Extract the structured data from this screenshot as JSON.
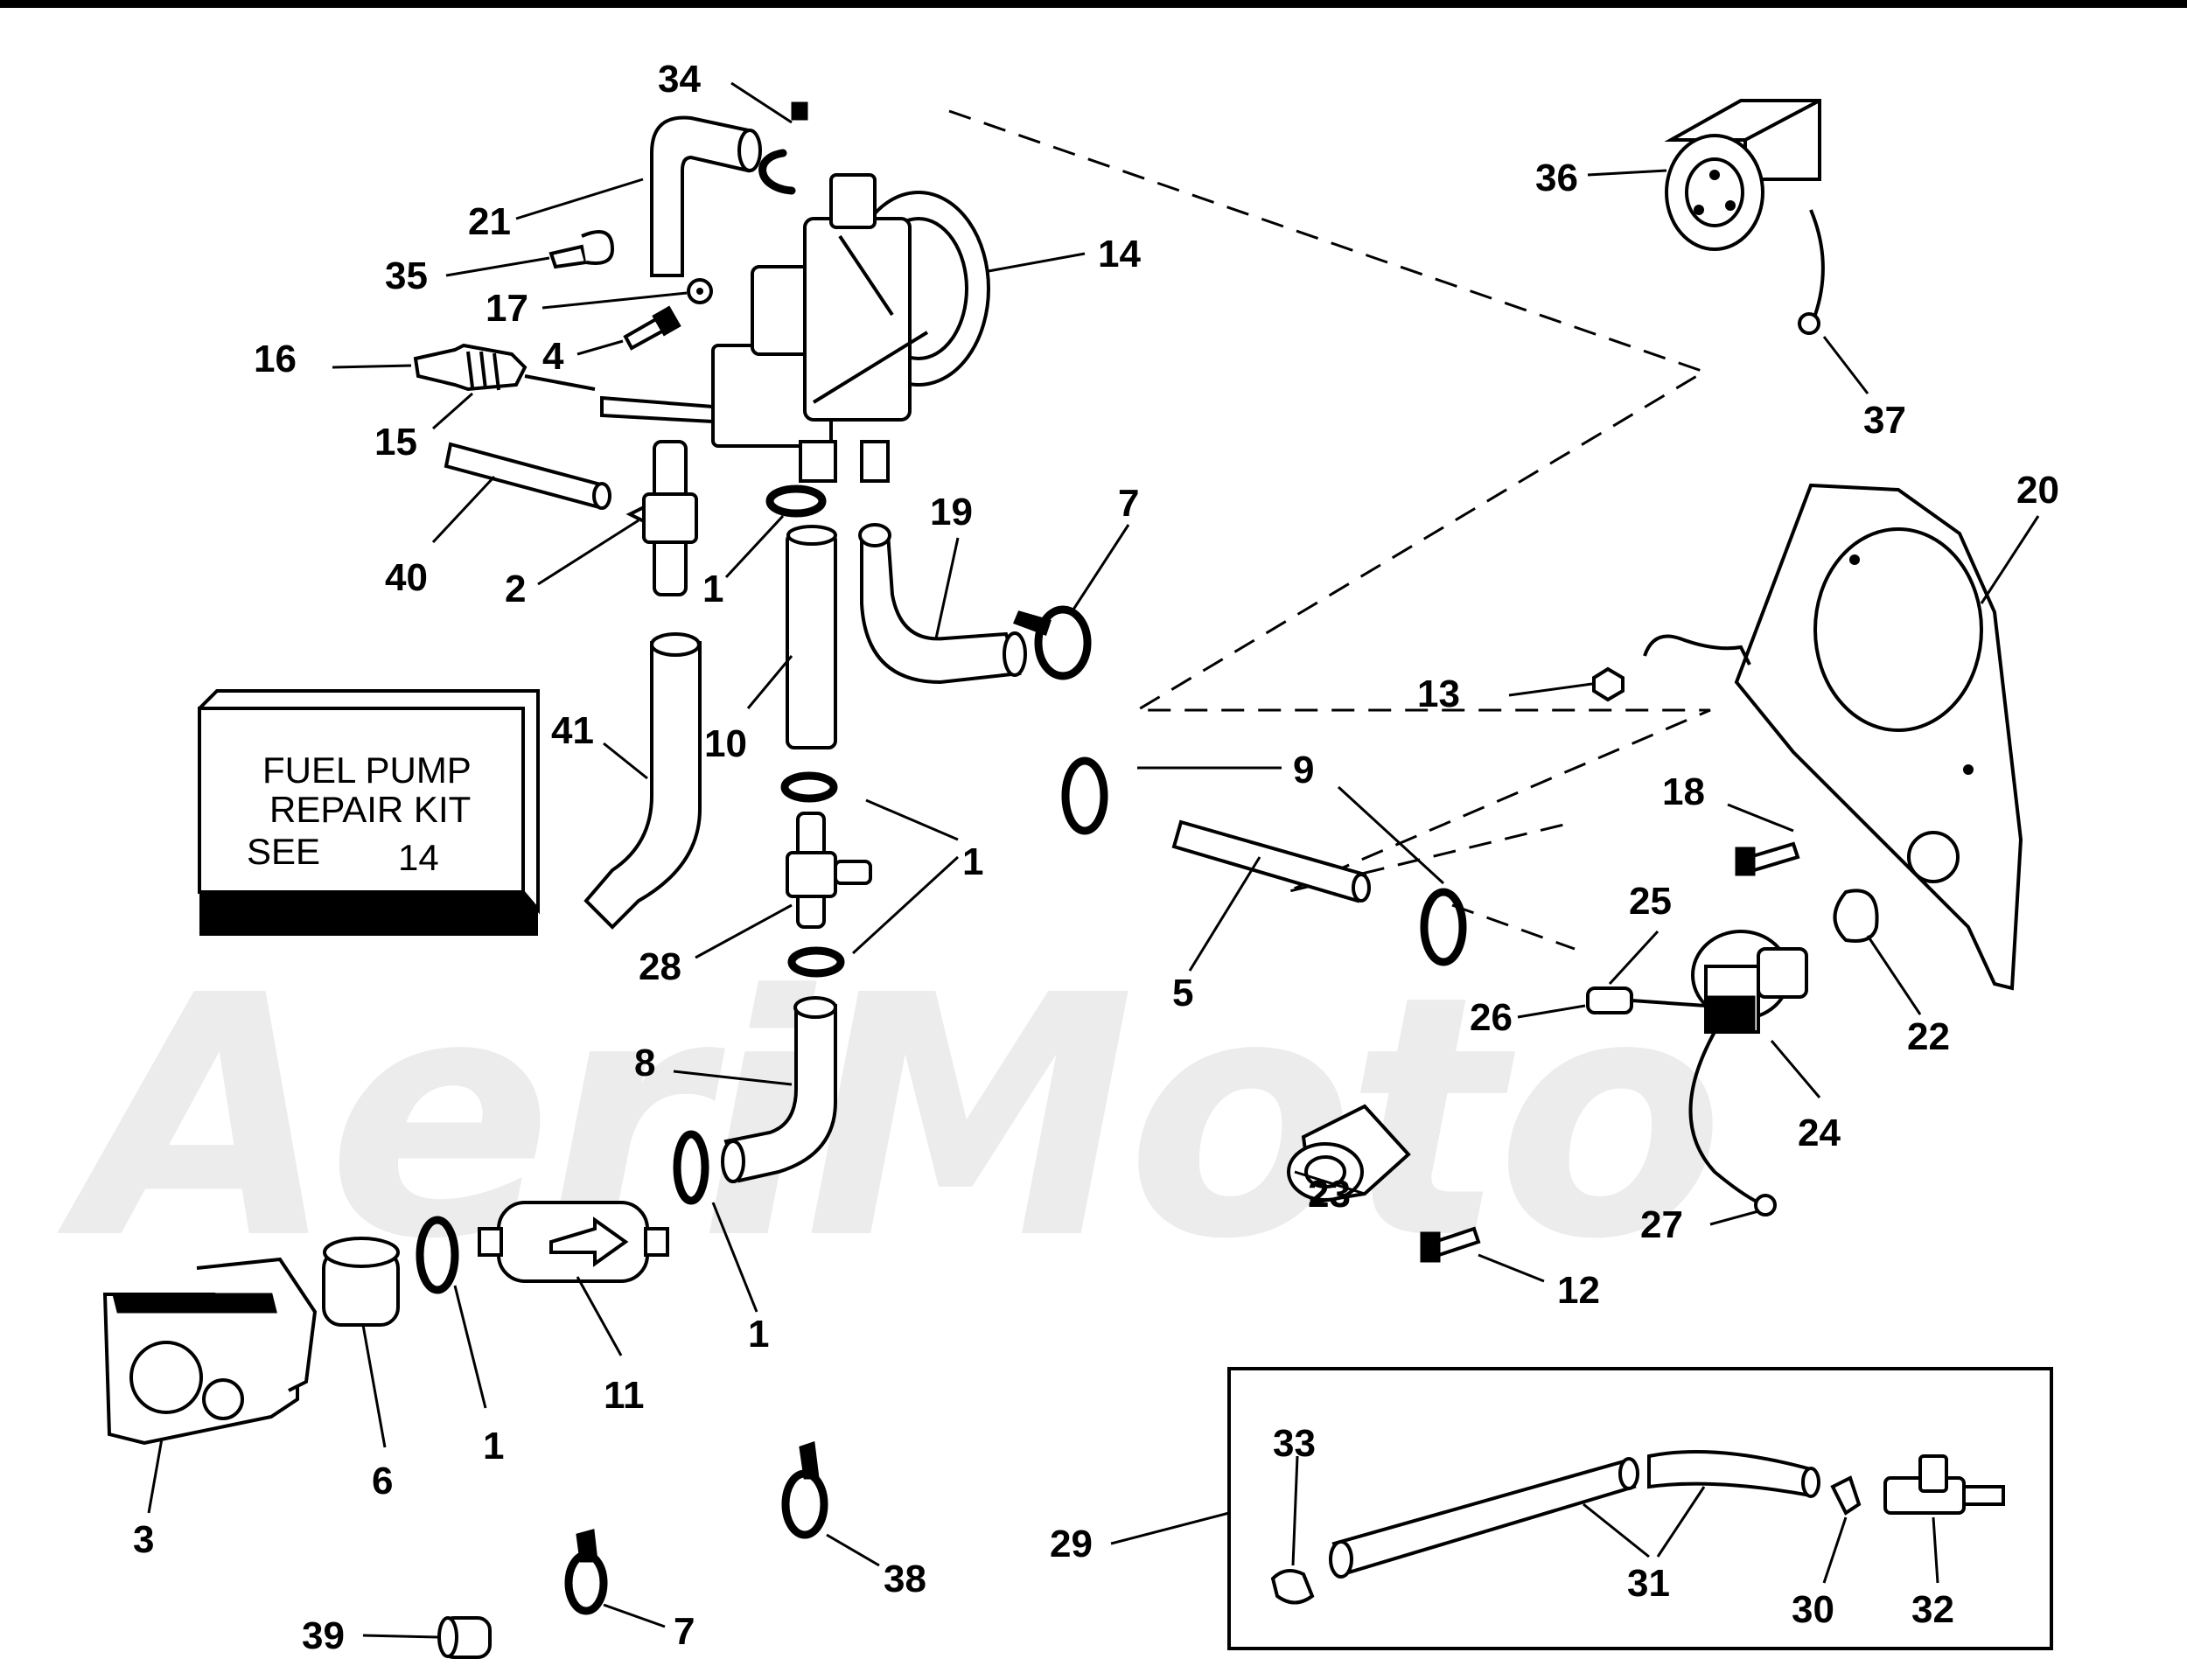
{
  "header": {
    "top_rule": true
  },
  "watermark": {
    "text": "AeriMoto"
  },
  "kit_box": {
    "line1": "FUEL PUMP",
    "line2": "REPAIR KIT",
    "line3_a": "SEE",
    "line3_b": "14"
  },
  "labels": [
    {
      "id": "l34",
      "text": "34"
    },
    {
      "id": "l21",
      "text": "21"
    },
    {
      "id": "l35",
      "text": "35"
    },
    {
      "id": "l17",
      "text": "17"
    },
    {
      "id": "l14",
      "text": "14"
    },
    {
      "id": "l16",
      "text": "16"
    },
    {
      "id": "l4",
      "text": "4"
    },
    {
      "id": "l15",
      "text": "15"
    },
    {
      "id": "l40",
      "text": "40"
    },
    {
      "id": "l2",
      "text": "2"
    },
    {
      "id": "l1a",
      "text": "1"
    },
    {
      "id": "l19",
      "text": "19"
    },
    {
      "id": "l7a",
      "text": "7"
    },
    {
      "id": "l41",
      "text": "41"
    },
    {
      "id": "l10",
      "text": "10"
    },
    {
      "id": "l1b",
      "text": "1"
    },
    {
      "id": "l28",
      "text": "28"
    },
    {
      "id": "l8",
      "text": "8"
    },
    {
      "id": "l9",
      "text": "9"
    },
    {
      "id": "l5",
      "text": "5"
    },
    {
      "id": "l36",
      "text": "36"
    },
    {
      "id": "l37",
      "text": "37"
    },
    {
      "id": "l20",
      "text": "20"
    },
    {
      "id": "l13",
      "text": "13"
    },
    {
      "id": "l18",
      "text": "18"
    },
    {
      "id": "l25",
      "text": "25"
    },
    {
      "id": "l26",
      "text": "26"
    },
    {
      "id": "l22",
      "text": "22"
    },
    {
      "id": "l24",
      "text": "24"
    },
    {
      "id": "l23",
      "text": "23"
    },
    {
      "id": "l27",
      "text": "27"
    },
    {
      "id": "l12",
      "text": "12"
    },
    {
      "id": "l1c",
      "text": "1"
    },
    {
      "id": "l11",
      "text": "11"
    },
    {
      "id": "l1d",
      "text": "1"
    },
    {
      "id": "l6",
      "text": "6"
    },
    {
      "id": "l3",
      "text": "3"
    },
    {
      "id": "l29",
      "text": "29"
    },
    {
      "id": "l33",
      "text": "33"
    },
    {
      "id": "l31",
      "text": "31"
    },
    {
      "id": "l30",
      "text": "30"
    },
    {
      "id": "l32",
      "text": "32"
    },
    {
      "id": "l38",
      "text": "38"
    },
    {
      "id": "l7b",
      "text": "7"
    },
    {
      "id": "l39",
      "text": "39"
    }
  ]
}
